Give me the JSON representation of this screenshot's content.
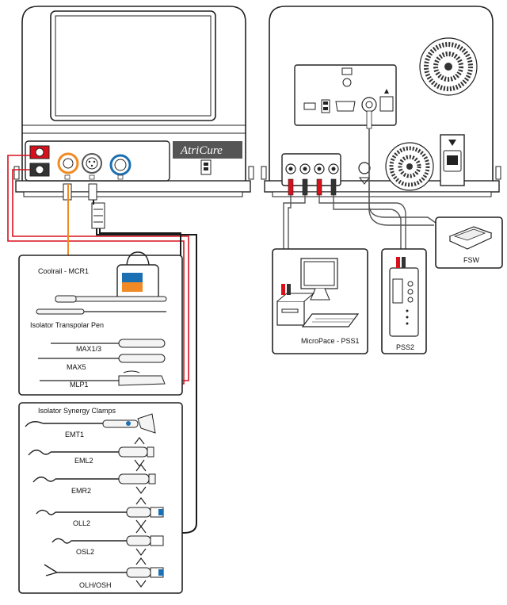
{
  "generator": {
    "brand": "AtriCure"
  },
  "groups": {
    "ablation_title_1": "Coolrail - MCR1",
    "ablation_title_2": "Isolator Transpolar Pen",
    "clamps_title": "Isolator Synergy Clamps"
  },
  "devices": {
    "max13": "MAX1/3",
    "max5": "MAX5",
    "mlp1": "MLP1",
    "emt1": "EMT1",
    "eml2": "EML2",
    "emr2": "EMR2",
    "oll2": "OLL2",
    "osl2": "OSL2",
    "olh_osh": "OLH/OSH"
  },
  "peripherals": {
    "micropace": "MicroPace - PSS1",
    "pss2": "PSS2",
    "fsw": "FSW"
  },
  "colors": {
    "red_cable": "#d8101b",
    "orange_cable": "#f08a24",
    "blue_port": "#1b6fb3",
    "black_cable": "#111111"
  }
}
